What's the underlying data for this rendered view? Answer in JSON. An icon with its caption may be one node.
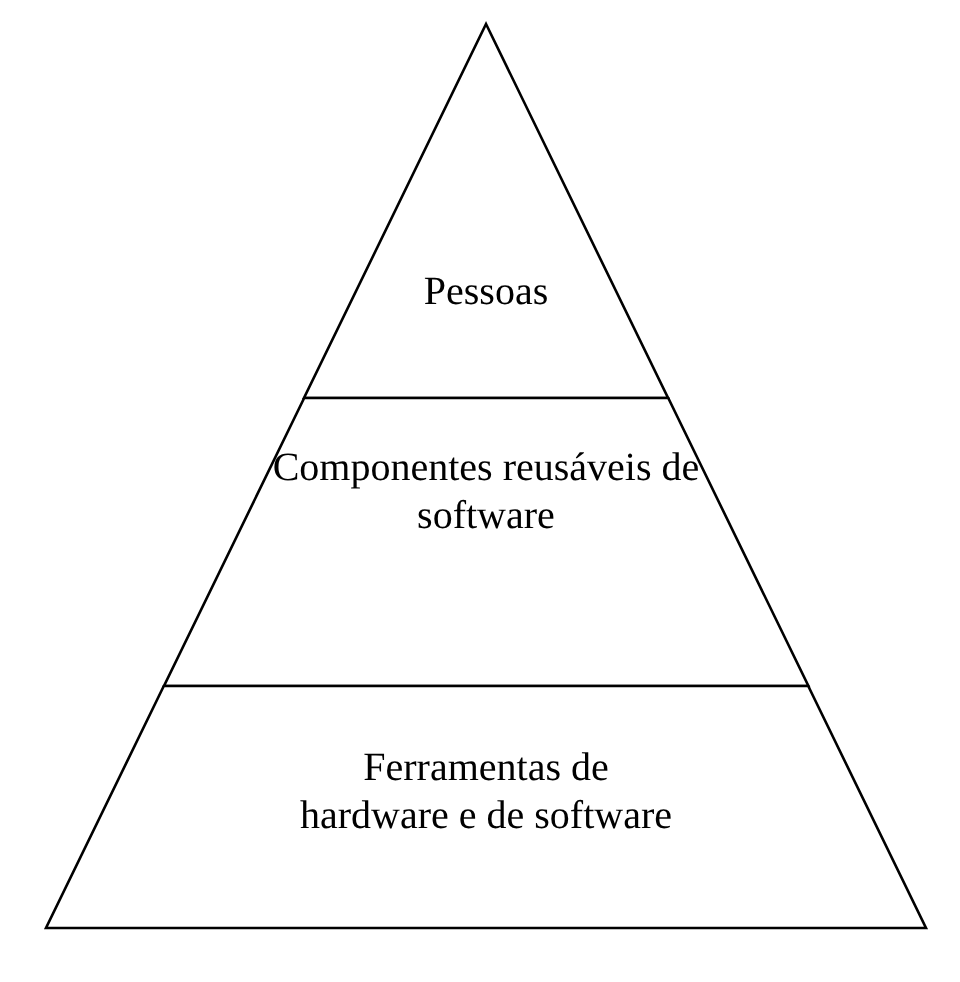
{
  "diagram": {
    "nodes": [
      {
        "text": [
          "Pessoas"
        ]
      },
      {
        "text": [
          "Componentes reusáveis de software"
        ]
      },
      {
        "text": [
          "Ferramentas de hardware e de software"
        ]
      }
    ]
  }
}
